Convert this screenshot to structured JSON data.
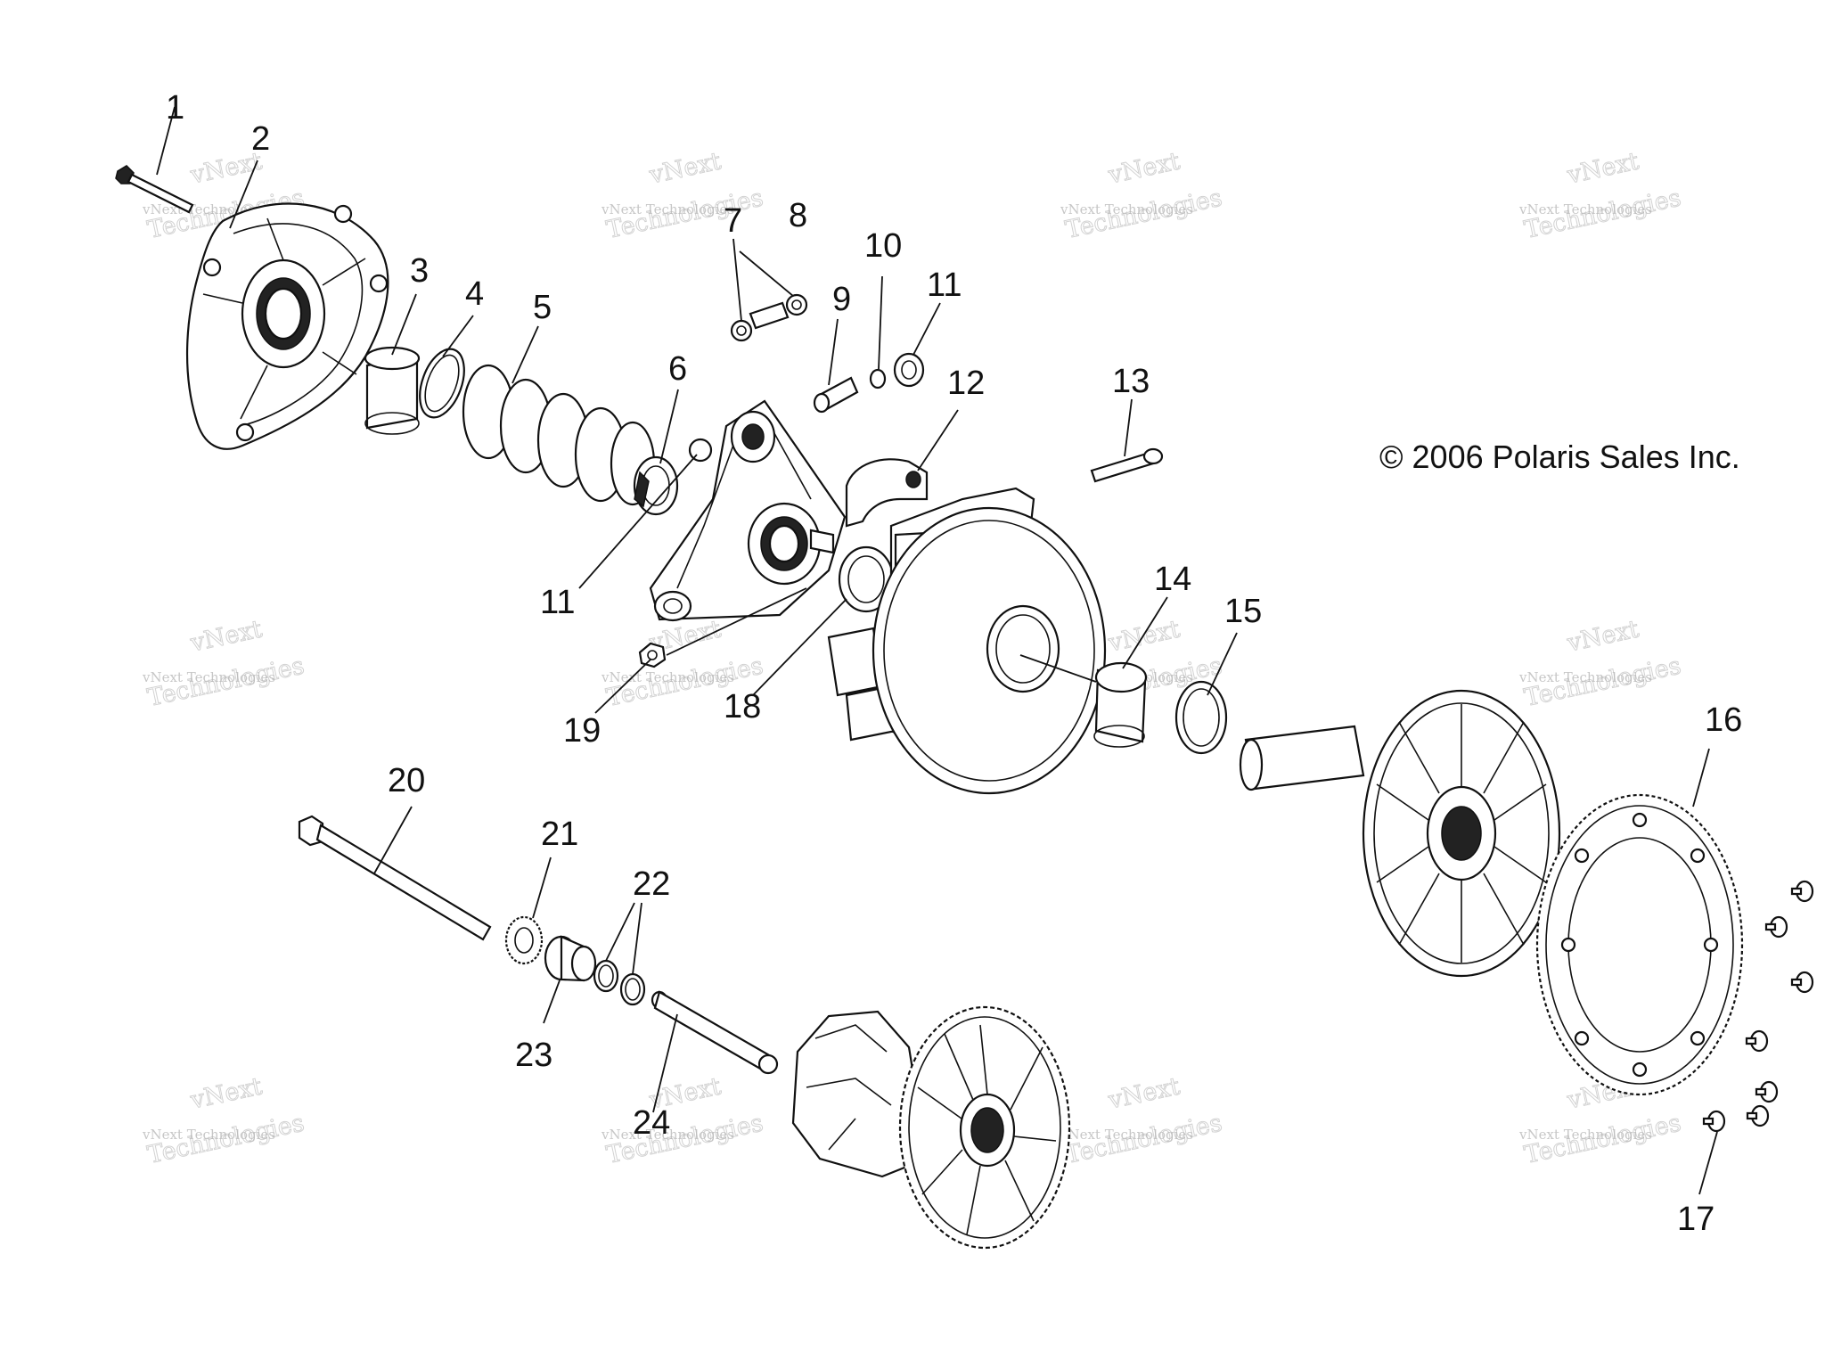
{
  "copyright": "© 2006 Polaris Sales Inc.",
  "watermark": {
    "line1": "vNext Technologies",
    "line2": "vNext",
    "line3": "Technologies"
  },
  "callouts": [
    {
      "id": "c1",
      "label": "1"
    },
    {
      "id": "c2",
      "label": "2"
    },
    {
      "id": "c3",
      "label": "3"
    },
    {
      "id": "c4",
      "label": "4"
    },
    {
      "id": "c5",
      "label": "5"
    },
    {
      "id": "c6",
      "label": "6"
    },
    {
      "id": "c7",
      "label": "7"
    },
    {
      "id": "c8",
      "label": "8"
    },
    {
      "id": "c9",
      "label": "9"
    },
    {
      "id": "c10",
      "label": "10"
    },
    {
      "id": "c11a",
      "label": "11"
    },
    {
      "id": "c11b",
      "label": "11"
    },
    {
      "id": "c12",
      "label": "12"
    },
    {
      "id": "c13",
      "label": "13"
    },
    {
      "id": "c14",
      "label": "14"
    },
    {
      "id": "c15",
      "label": "15"
    },
    {
      "id": "c16",
      "label": "16"
    },
    {
      "id": "c17",
      "label": "17"
    },
    {
      "id": "c18",
      "label": "18"
    },
    {
      "id": "c19",
      "label": "19"
    },
    {
      "id": "c20",
      "label": "20"
    },
    {
      "id": "c21",
      "label": "21"
    },
    {
      "id": "c22",
      "label": "22"
    },
    {
      "id": "c23",
      "label": "23"
    },
    {
      "id": "c24",
      "label": "24"
    }
  ]
}
